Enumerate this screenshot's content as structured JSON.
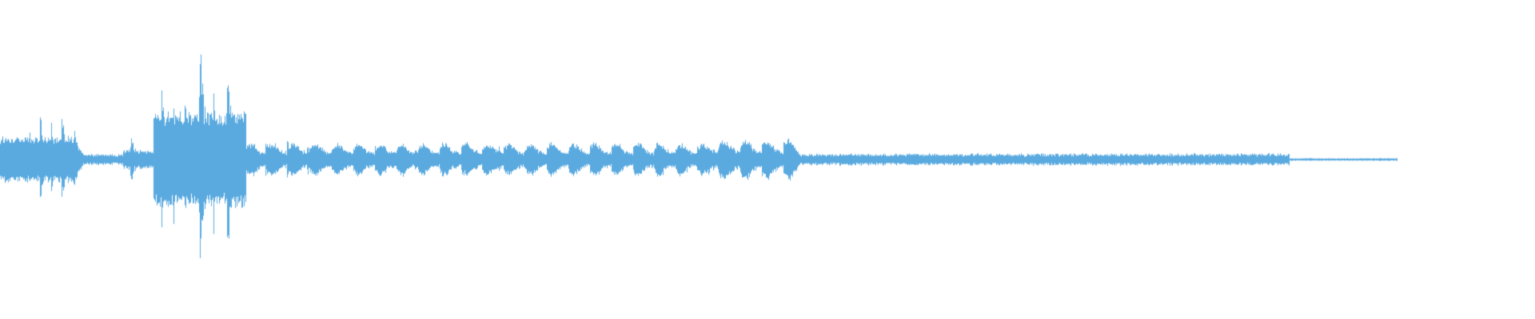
{
  "waveform": {
    "color": "#5aaae0",
    "background": "#ffffff",
    "seed": 7,
    "segments": [
      {
        "t0": 0.0,
        "t1": 0.05,
        "amp": 0.055,
        "noise": 0.01
      },
      {
        "t0": 0.05,
        "t1": 0.08,
        "amp": 0.01,
        "noise": 0.006
      },
      {
        "t0": 0.08,
        "t1": 0.1,
        "amp": 0.02,
        "noise": 0.01
      },
      {
        "t0": 0.1,
        "t1": 0.16,
        "amp": 0.12,
        "noise": 0.015
      },
      {
        "t0": 0.16,
        "t1": 0.46,
        "amp": 0.04,
        "noise": 0.01
      },
      {
        "t0": 0.46,
        "t1": 0.52,
        "amp": 0.05,
        "noise": 0.012
      },
      {
        "t0": 0.52,
        "t1": 0.84,
        "amp": 0.01,
        "noise": 0.008
      },
      {
        "t0": 0.84,
        "t1": 0.91,
        "amp": 0.002,
        "noise": 0.002
      }
    ],
    "peaks": [
      {
        "t": 0.003,
        "amp": 0.07
      },
      {
        "t": 0.011,
        "amp": 0.1
      },
      {
        "t": 0.019,
        "amp": 0.09
      },
      {
        "t": 0.026,
        "amp": 0.16
      },
      {
        "t": 0.033,
        "amp": 0.12
      },
      {
        "t": 0.04,
        "amp": 0.15
      },
      {
        "t": 0.048,
        "amp": 0.11
      },
      {
        "t": 0.085,
        "amp": 0.08
      },
      {
        "t": 0.105,
        "amp": 0.25
      },
      {
        "t": 0.113,
        "amp": 0.18
      },
      {
        "t": 0.12,
        "amp": 0.21
      },
      {
        "t": 0.13,
        "amp": 0.4
      },
      {
        "t": 0.139,
        "amp": 0.24
      },
      {
        "t": 0.148,
        "amp": 0.3
      },
      {
        "t": 0.16,
        "amp": 0.06
      },
      {
        "t": 0.173,
        "amp": 0.06
      },
      {
        "t": 0.187,
        "amp": 0.06
      },
      {
        "t": 0.2,
        "amp": 0.05
      },
      {
        "t": 0.215,
        "amp": 0.03
      },
      {
        "t": 0.228,
        "amp": 0.02
      },
      {
        "t": 0.242,
        "amp": 0.02
      },
      {
        "t": 0.256,
        "amp": 0.03
      },
      {
        "t": 0.27,
        "amp": 0.035
      },
      {
        "t": 0.283,
        "amp": 0.035
      },
      {
        "t": 0.296,
        "amp": 0.04
      },
      {
        "t": 0.31,
        "amp": 0.04
      },
      {
        "t": 0.325,
        "amp": 0.04
      },
      {
        "t": 0.338,
        "amp": 0.035
      },
      {
        "t": 0.352,
        "amp": 0.035
      },
      {
        "t": 0.366,
        "amp": 0.03
      },
      {
        "t": 0.38,
        "amp": 0.03
      },
      {
        "t": 0.394,
        "amp": 0.03
      },
      {
        "t": 0.408,
        "amp": 0.028
      },
      {
        "t": 0.421,
        "amp": 0.028
      },
      {
        "t": 0.434,
        "amp": 0.03
      },
      {
        "t": 0.447,
        "amp": 0.032
      },
      {
        "t": 0.458,
        "amp": 0.045
      },
      {
        "t": 0.47,
        "amp": 0.035
      },
      {
        "t": 0.481,
        "amp": 0.025
      },
      {
        "t": 0.493,
        "amp": 0.02
      }
    ]
  }
}
